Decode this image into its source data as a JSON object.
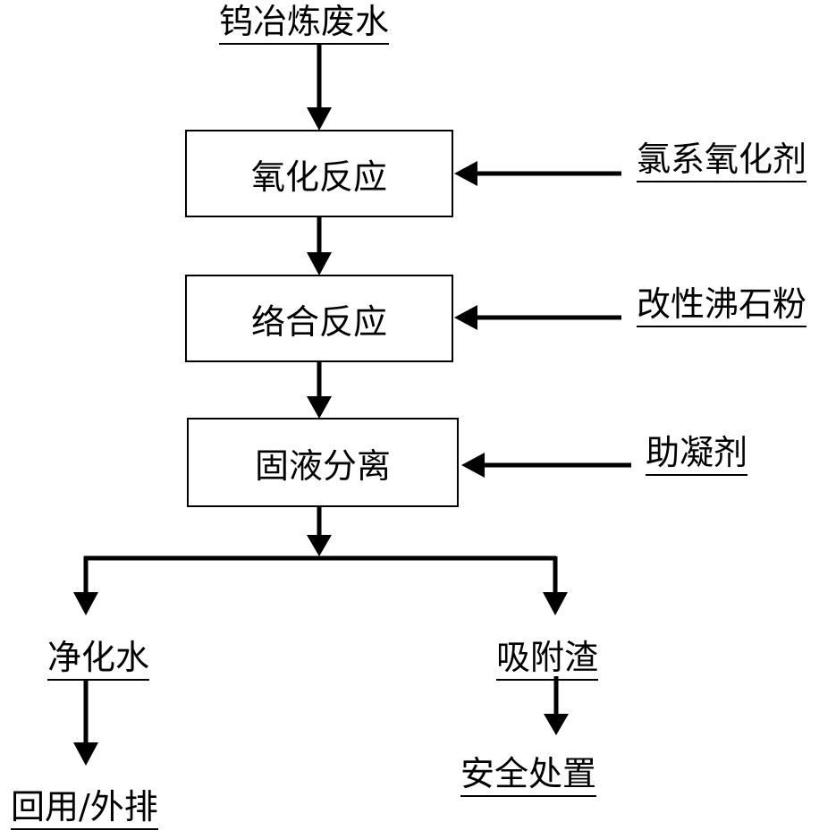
{
  "input": "钨冶炼废水",
  "steps": [
    {
      "label": "氧化反应",
      "reagent": "氯系氧化剂"
    },
    {
      "label": "络合反应",
      "reagent": "改性沸石粉"
    },
    {
      "label": "固液分离",
      "reagent": "助凝剂"
    }
  ],
  "outputs": {
    "left": {
      "label": "净化水",
      "next": "回用/外排"
    },
    "right": {
      "label": "吸附渣",
      "next": "安全处置"
    }
  }
}
